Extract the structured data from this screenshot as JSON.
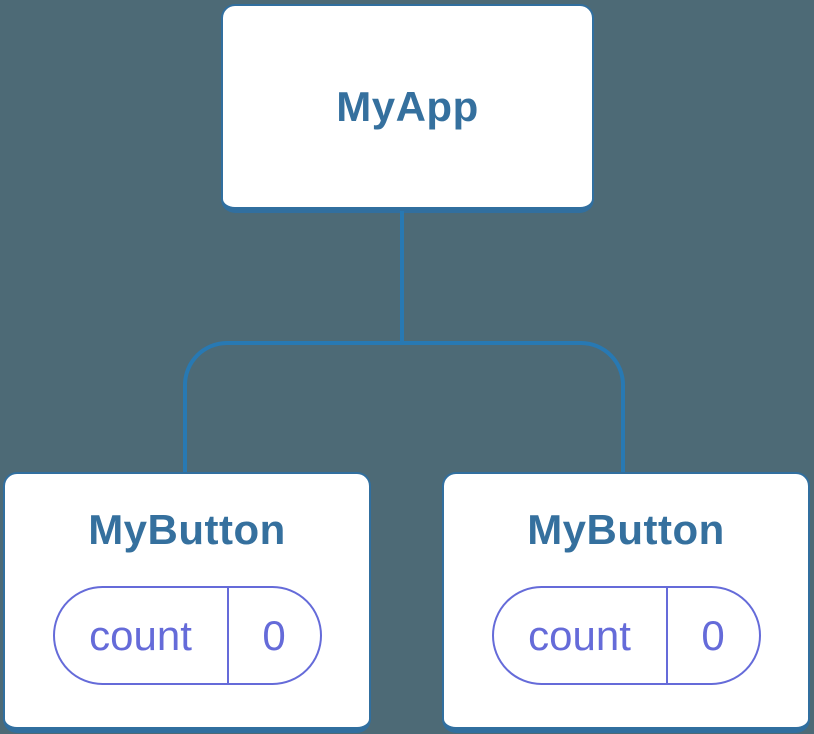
{
  "diagram": {
    "type": "component-tree",
    "root": {
      "label": "MyApp"
    },
    "children": [
      {
        "label": "MyButton",
        "state": {
          "name": "count",
          "value": "0"
        }
      },
      {
        "label": "MyButton",
        "state": {
          "name": "count",
          "value": "0"
        }
      }
    ]
  },
  "colors": {
    "background": "#4d6a76",
    "card_background": "#ffffff",
    "card_border": "#316f9f",
    "connector_line": "#2879b3",
    "component_label_text": "#35709e",
    "state_accent": "#656bd9"
  }
}
